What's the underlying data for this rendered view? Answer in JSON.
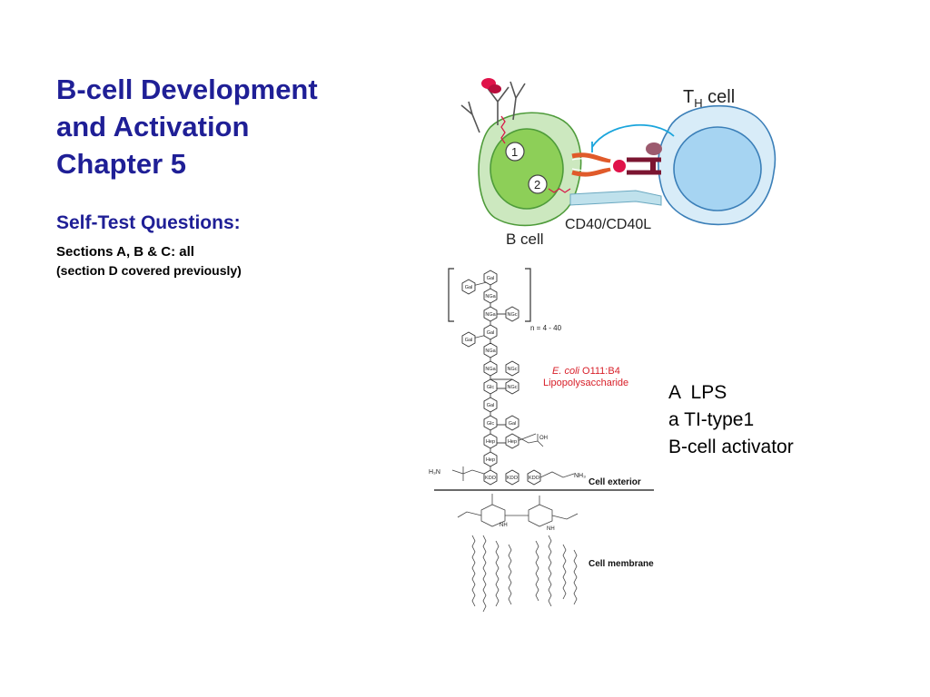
{
  "slide": {
    "title_lines": [
      "B-cell Development",
      "and Activation",
      "Chapter 5"
    ],
    "subtitle": "Self-Test Questions:",
    "sections_line1": "Sections A, B & C: all",
    "sections_line2": "(section D covered previously)"
  },
  "cell_diagram": {
    "th_cell_label": "T",
    "th_cell_sub": "H",
    "th_cell_suffix": " cell",
    "b_cell_label": "B cell",
    "cd40_label": "CD40/CD40L",
    "step1": "1",
    "step2": "2",
    "colors": {
      "b_cell_outer": "#cce8bf",
      "b_cell_nucleus": "#8dcf58",
      "th_cell_outer": "#d8ecf8",
      "th_cell_nucleus": "#a6d4f2",
      "receptor": "#e0134a",
      "cd40": "#e05a2a",
      "cd40l": "#7b1531",
      "signal": "#d81b4a"
    }
  },
  "lps_structure": {
    "bracket_units_left": [
      "Gal"
    ],
    "repeat_chain": [
      "Gal",
      "NGa",
      "NGa",
      "Gal"
    ],
    "repeat_side": [
      "NGc"
    ],
    "repeat_count": "n = 4 - 40",
    "core_chain": [
      "NGa",
      "NGa",
      "Glc",
      "Gal",
      "Glc",
      "Hep",
      "Hep"
    ],
    "core_side": [
      "NGc",
      "NGc",
      "Gal",
      "Hep"
    ],
    "side_gal": "Gal",
    "kdo_units": [
      "KDO",
      "KDO",
      "KDO"
    ],
    "species_label": "E. coli",
    "species_strain": " O111:B4",
    "lps_name": "Lipopolysaccharide",
    "cell_exterior_label": "Cell exterior",
    "cell_membrane_label": "Cell membrane",
    "h3n_label": "H₃N",
    "nh3_label": "NH₃",
    "oh_label": "OH",
    "nh_label": "NH",
    "colors": {
      "species": "#d8202a"
    }
  },
  "lps_note": {
    "line1": "A  LPS",
    "line2": "a TI-type1",
    "line3": "B-cell activator"
  }
}
